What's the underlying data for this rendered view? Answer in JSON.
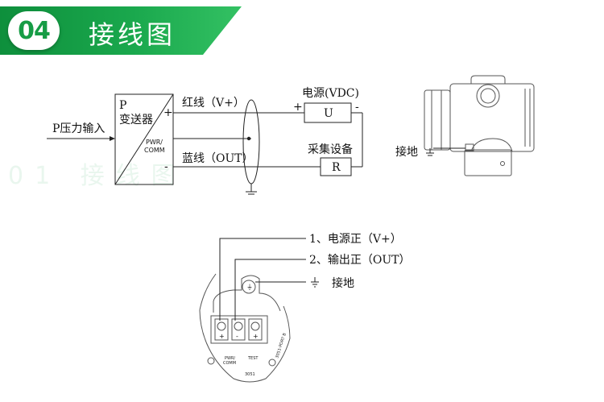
{
  "header": {
    "number": "04",
    "title": "接线图",
    "watermark": "01 接线图",
    "accent_color": "#169c45"
  },
  "wiring": {
    "input_label": "P压力输入",
    "transmitter_p": "P",
    "transmitter_name": "变送器",
    "pwr_label_1": "PWR/",
    "pwr_label_2": "COMM",
    "plus": "+",
    "minus": "-",
    "red_wire": "红线（V+）",
    "blue_wire": "蓝线（OUT）",
    "power_label": "电源(VDC)",
    "power_box": "U",
    "power_plus": "+",
    "power_minus": "-",
    "collector_label": "采集设备",
    "collector_box": "R"
  },
  "device": {
    "ground_label": "接地"
  },
  "terminal": {
    "items": [
      "1、电源正（V+）",
      "2、输出正（OUT）",
      "接地"
    ],
    "pwr_text_1": "PWR/",
    "pwr_text_2": "COMM",
    "test_text": "TEST",
    "model_text": "3051",
    "side_text": "3051-PORT B"
  }
}
